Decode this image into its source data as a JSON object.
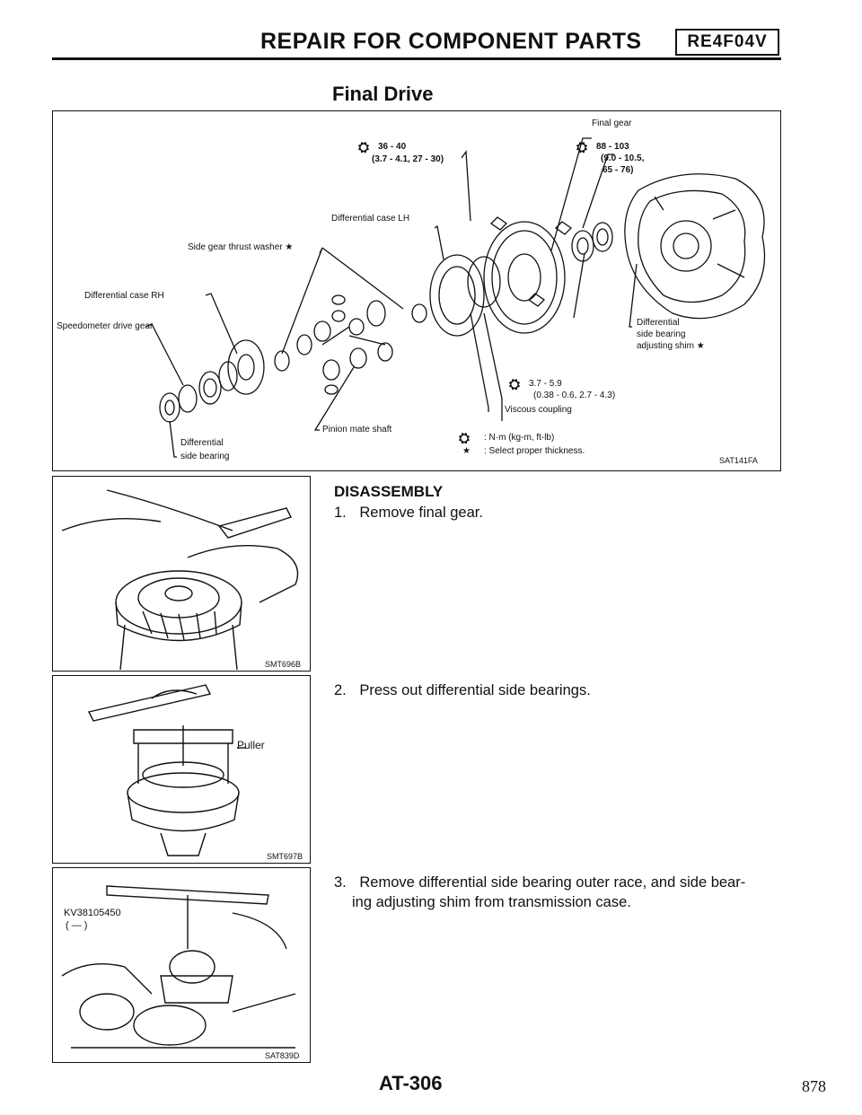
{
  "header": {
    "title": "REPAIR FOR COMPONENT PARTS",
    "model_code": "RE4F04V"
  },
  "section_title": "Final Drive",
  "diagram": {
    "code": "SAT141FA",
    "labels": {
      "torque_1": "36 - 40",
      "torque_1_sub": "(3.7 - 4.1, 27 - 30)",
      "final_gear": "Final gear",
      "torque_2": "88 - 103",
      "torque_2_sub_a": "(9.0 - 10.5,",
      "torque_2_sub_b": "65 - 76)",
      "diff_case_lh": "Differential case LH",
      "side_gear_thrust_washer": "Side gear thrust washer ★",
      "diff_case_rh": "Differential case RH",
      "speedometer_drive_gear": "Speedometer drive gear",
      "diff_side_bearing_shim_a": "Differential",
      "diff_side_bearing_shim_b": "side bearing",
      "diff_side_bearing_shim_c": "adjusting shim ★",
      "torque_3": "3.7 - 5.9",
      "torque_3_sub": "(0.38 - 0.6, 2.7 - 4.3)",
      "viscous_coupling": "Viscous coupling",
      "pinion_mate_shaft": "Pinion mate shaft",
      "diff_side_bearing_a": "Differential",
      "diff_side_bearing_b": "side bearing",
      "legend_torque": ": N·m (kg-m, ft-lb)",
      "legend_star_symbol": "★",
      "legend_star": ": Select proper thickness."
    }
  },
  "disassembly": {
    "heading": "DISASSEMBLY",
    "steps": [
      {
        "num": "1.",
        "text": "Remove final gear."
      },
      {
        "num": "2.",
        "text": "Press out differential side bearings."
      },
      {
        "num": "3.",
        "text_line1": "Remove differential side bearing outer race, and side bear-",
        "text_line2": "ing adjusting shim from transmission case."
      }
    ]
  },
  "figures": {
    "fig1_code": "SMT696B",
    "fig2_code": "SMT697B",
    "fig2_label": "Puller",
    "fig3_code": "SAT839D",
    "fig3_tool_a": "KV38105450",
    "fig3_tool_b": "( — )"
  },
  "footer": {
    "page_code": "AT-306",
    "page_number": "878"
  }
}
